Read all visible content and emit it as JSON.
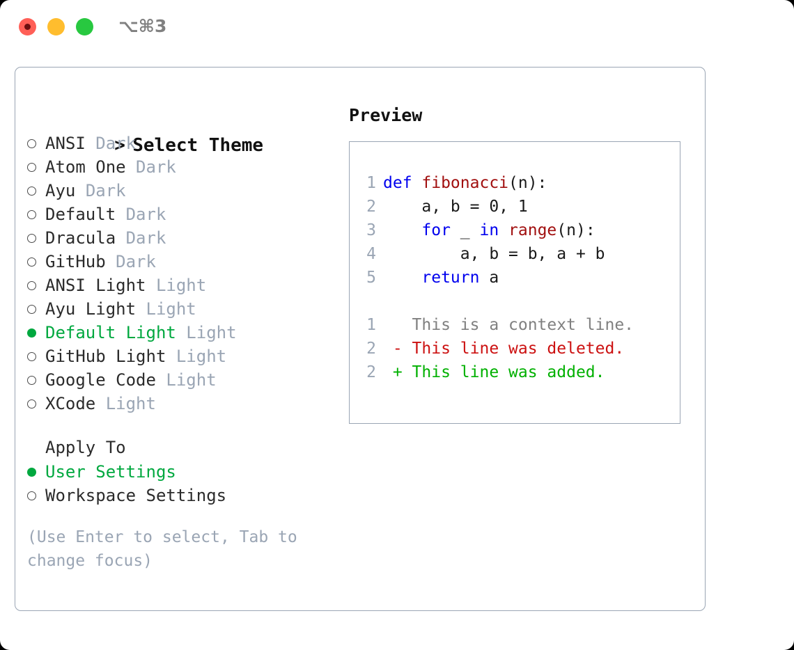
{
  "titlebar": {
    "shortcut": "⌥⌘3",
    "lights": [
      "close-red",
      "minimize-yellow",
      "maximize-green"
    ]
  },
  "theme_list": {
    "header": "Select Theme",
    "caret": ">",
    "items": [
      {
        "name": "ANSI",
        "variant": "Dark",
        "selected": false
      },
      {
        "name": "Atom One",
        "variant": "Dark",
        "selected": false
      },
      {
        "name": "Ayu",
        "variant": "Dark",
        "selected": false
      },
      {
        "name": "Default",
        "variant": "Dark",
        "selected": false
      },
      {
        "name": "Dracula",
        "variant": "Dark",
        "selected": false
      },
      {
        "name": "GitHub",
        "variant": "Dark",
        "selected": false
      },
      {
        "name": "ANSI Light",
        "variant": "Light",
        "selected": false
      },
      {
        "name": "Ayu Light",
        "variant": "Light",
        "selected": false
      },
      {
        "name": "Default Light",
        "variant": "Light",
        "selected": true
      },
      {
        "name": "GitHub Light",
        "variant": "Light",
        "selected": false
      },
      {
        "name": "Google Code",
        "variant": "Light",
        "selected": false
      },
      {
        "name": "XCode",
        "variant": "Light",
        "selected": false
      }
    ]
  },
  "apply_to": {
    "label": "Apply To",
    "options": [
      {
        "name": "User Settings",
        "selected": true
      },
      {
        "name": "Workspace Settings",
        "selected": false
      }
    ]
  },
  "hint": "(Use Enter to select, Tab to change focus)",
  "preview": {
    "title": "Preview",
    "code_lines": [
      {
        "no": "1",
        "segments": [
          {
            "t": "def ",
            "c": "kw"
          },
          {
            "t": "fibonacci",
            "c": "fn"
          },
          {
            "t": "(n):",
            "c": "pl"
          }
        ]
      },
      {
        "no": "2",
        "segments": [
          {
            "t": "    a, b = 0, 1",
            "c": "pl"
          }
        ]
      },
      {
        "no": "3",
        "segments": [
          {
            "t": "    ",
            "c": "pl"
          },
          {
            "t": "for",
            "c": "kw"
          },
          {
            "t": " _ ",
            "c": "pl"
          },
          {
            "t": "in",
            "c": "kw"
          },
          {
            "t": " ",
            "c": "pl"
          },
          {
            "t": "range",
            "c": "fn"
          },
          {
            "t": "(n):",
            "c": "pl"
          }
        ]
      },
      {
        "no": "4",
        "segments": [
          {
            "t": "        a, b = b, a + b",
            "c": "pl"
          }
        ]
      },
      {
        "no": "5",
        "segments": [
          {
            "t": "    ",
            "c": "pl"
          },
          {
            "t": "return",
            "c": "kw"
          },
          {
            "t": " a",
            "c": "pl"
          }
        ]
      }
    ],
    "diff_lines": [
      {
        "no": "1",
        "segments": [
          {
            "t": "   This is a context line.",
            "c": "ctx"
          }
        ]
      },
      {
        "no": "2",
        "segments": [
          {
            "t": " - This line was deleted.",
            "c": "del"
          }
        ]
      },
      {
        "no": "2",
        "segments": [
          {
            "t": " + This line was added.",
            "c": "add"
          }
        ]
      }
    ]
  },
  "colors": {
    "accent_green": "#00a83f",
    "muted": "#9aa5b4",
    "keyword_blue": "#0000ee",
    "function_red": "#a10f0f",
    "diff_delete": "#cc1111",
    "diff_add": "#00b000",
    "text": "#2b2b2b"
  }
}
